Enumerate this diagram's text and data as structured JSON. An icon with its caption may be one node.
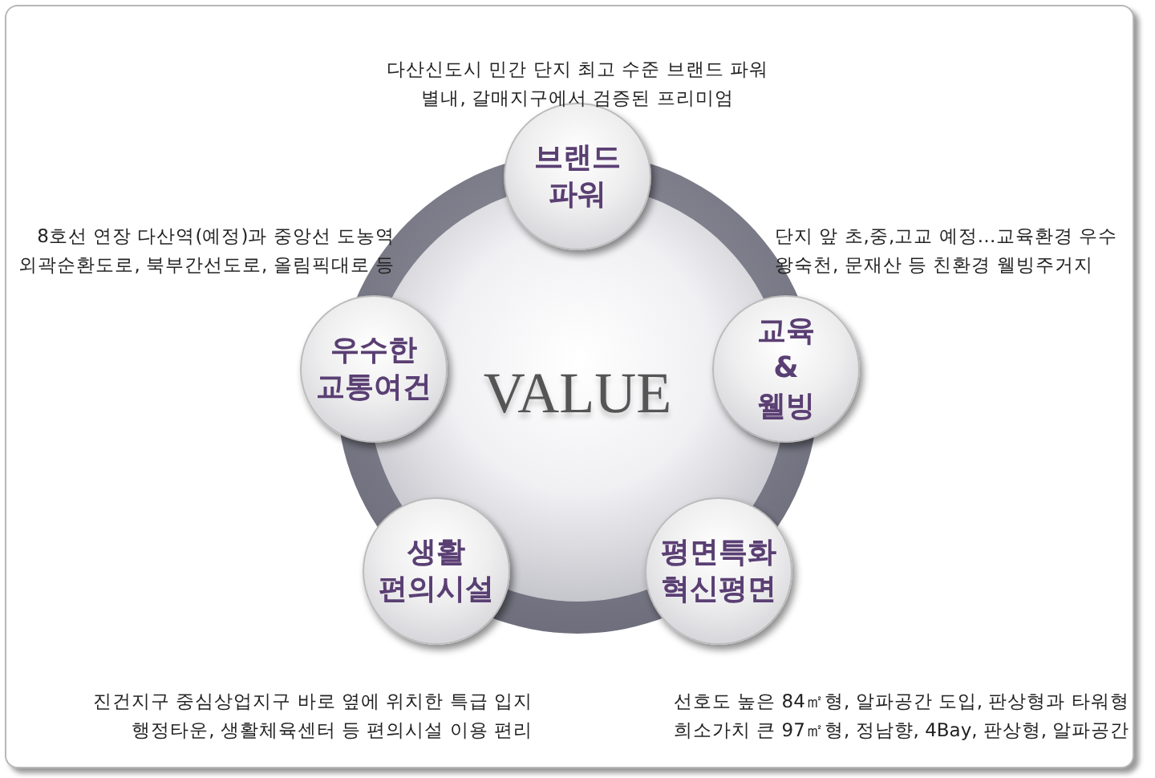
{
  "diagram": {
    "nodes": [
      {
        "text": [
          "VALUE"
        ]
      },
      {
        "text": [
          "브랜드 파워"
        ],
        "beside": [
          "다산신도시 민간 단지 최고 수준 브랜드 파워",
          "별내, 갈매지구에서 검증된 프리미엄"
        ]
      },
      {
        "text": [
          "우수한 교통여건"
        ],
        "beside": [
          "8호선 연장 다산역(예정)과 중앙선 도농역",
          "외곽순환도로, 북부간선도로, 올림픽대로 등"
        ]
      },
      {
        "text": [
          "교육 & 웰빙"
        ],
        "beside": [
          "단지 앞 초,중,고교 예정…교육환경 우수",
          "왕숙천, 문재산 등 친환경 웰빙주거지"
        ]
      },
      {
        "text": [
          "생활 편의시설"
        ],
        "beside": [
          "진건지구 중심상업지구 바로 옆에 위치한 특급 입지",
          "행정타운, 생활체육센터 등 편의시설 이용 편리"
        ]
      },
      {
        "text": [
          "평면특화 혁신평면"
        ],
        "beside": [
          "선호도 높은 84㎡형, 알파공간 도입, 판상형과 타워형",
          "희소가치 큰 97㎡형, 정남향, 4Bay, 판상형, 알파공간"
        ]
      }
    ]
  }
}
